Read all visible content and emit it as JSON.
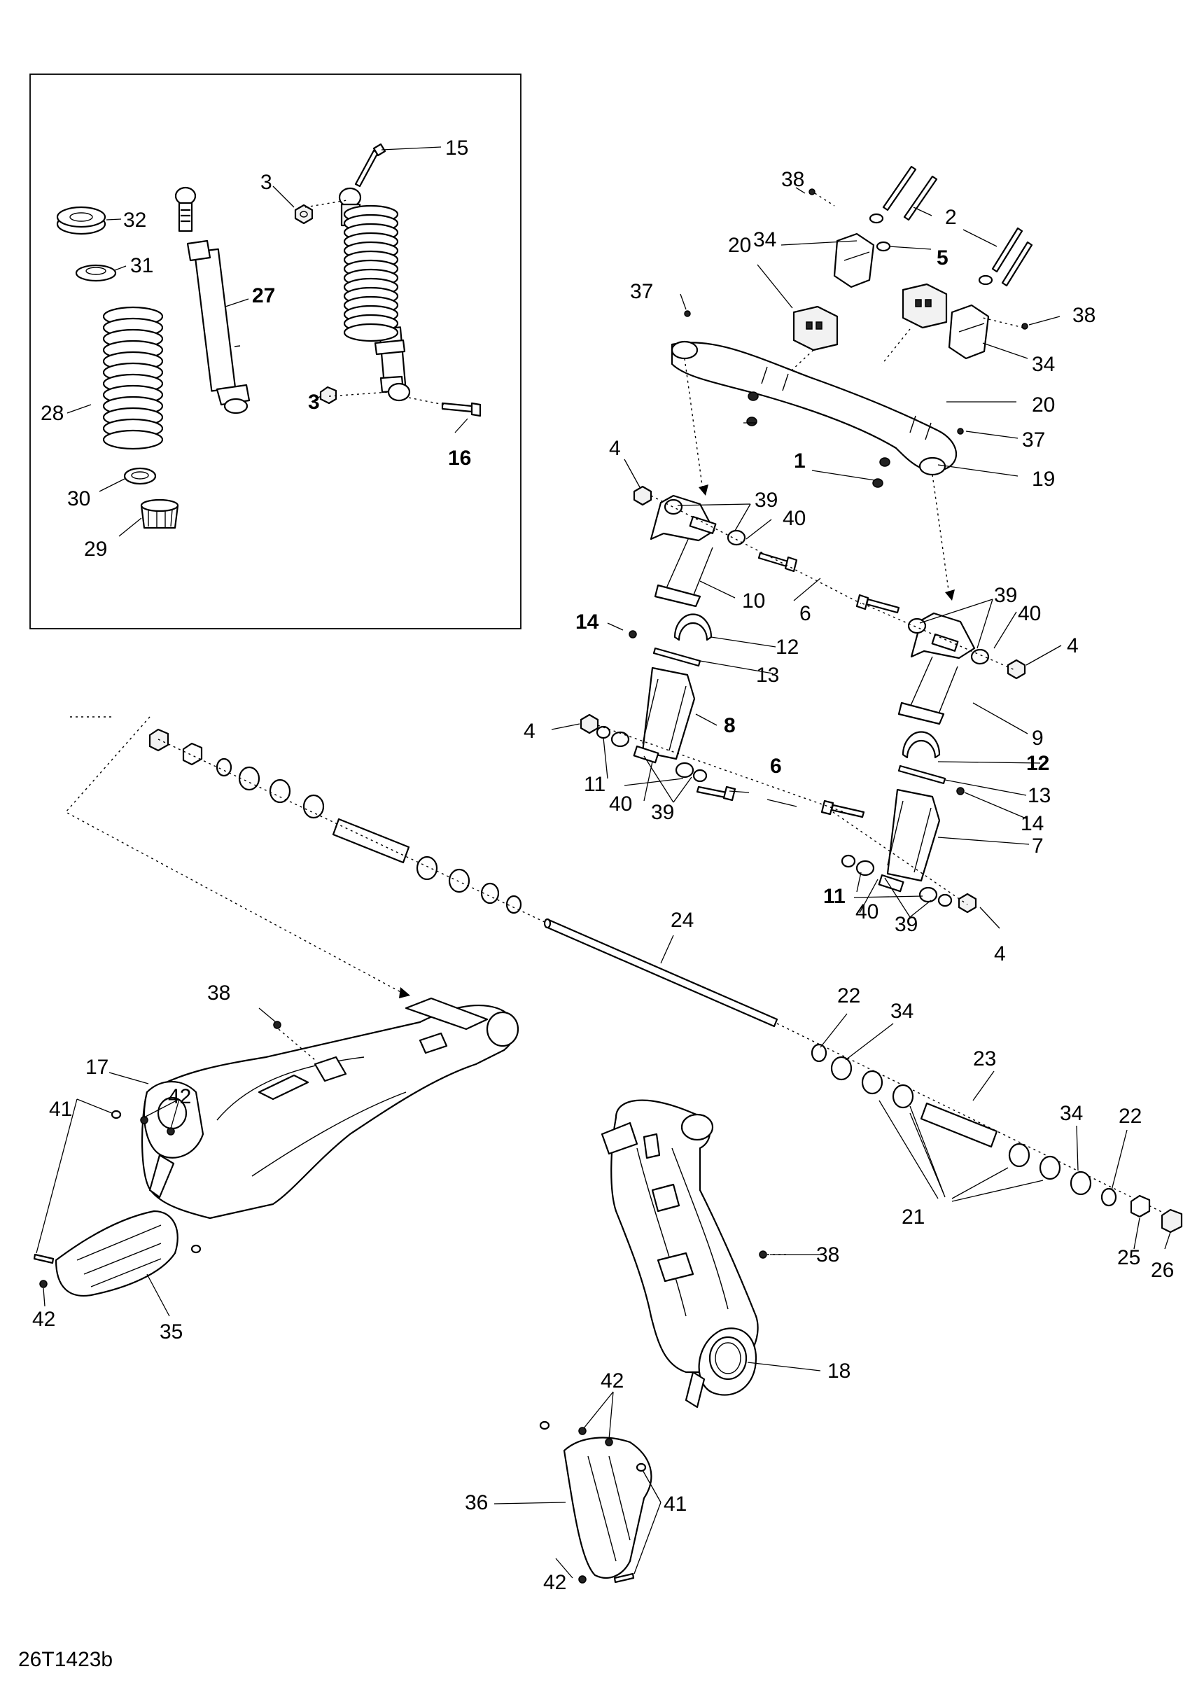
{
  "reference_code": "26T1423b",
  "callouts": [
    {
      "id": "c15",
      "text": "15",
      "bold": false
    },
    {
      "id": "c3a",
      "text": "3",
      "bold": false
    },
    {
      "id": "c32",
      "text": "32",
      "bold": false
    },
    {
      "id": "c31",
      "text": "31",
      "bold": false
    },
    {
      "id": "c27",
      "text": "27",
      "bold": true
    },
    {
      "id": "c28",
      "text": "28",
      "bold": false
    },
    {
      "id": "c3b",
      "text": "3",
      "bold": true
    },
    {
      "id": "c16",
      "text": "16",
      "bold": true
    },
    {
      "id": "c30",
      "text": "30",
      "bold": false
    },
    {
      "id": "c29",
      "text": "29",
      "bold": false
    },
    {
      "id": "c38a",
      "text": "38",
      "bold": false
    },
    {
      "id": "c2",
      "text": "2",
      "bold": false
    },
    {
      "id": "c34a",
      "text": "34",
      "bold": false
    },
    {
      "id": "c5",
      "text": "5",
      "bold": true
    },
    {
      "id": "c20a",
      "text": "20",
      "bold": false
    },
    {
      "id": "c37a",
      "text": "37",
      "bold": false
    },
    {
      "id": "c38b",
      "text": "38",
      "bold": false
    },
    {
      "id": "c34b",
      "text": "34",
      "bold": false
    },
    {
      "id": "c20b",
      "text": "20",
      "bold": false
    },
    {
      "id": "c37b",
      "text": "37",
      "bold": false
    },
    {
      "id": "c1",
      "text": "1",
      "bold": true
    },
    {
      "id": "c19",
      "text": "19",
      "bold": false
    },
    {
      "id": "c4a",
      "text": "4",
      "bold": false
    },
    {
      "id": "c39a",
      "text": "39",
      "bold": false
    },
    {
      "id": "c40a",
      "text": "40",
      "bold": false
    },
    {
      "id": "c10",
      "text": "10",
      "bold": false
    },
    {
      "id": "c6a",
      "text": "6",
      "bold": false
    },
    {
      "id": "c39b",
      "text": "39",
      "bold": false
    },
    {
      "id": "c40b",
      "text": "40",
      "bold": false
    },
    {
      "id": "c4b",
      "text": "4",
      "bold": false
    },
    {
      "id": "c14a",
      "text": "14",
      "bold": true
    },
    {
      "id": "c12a",
      "text": "12",
      "bold": false
    },
    {
      "id": "c13a",
      "text": "13",
      "bold": false
    },
    {
      "id": "c8",
      "text": "8",
      "bold": true
    },
    {
      "id": "c9",
      "text": "9",
      "bold": false
    },
    {
      "id": "c4c",
      "text": "4",
      "bold": false
    },
    {
      "id": "c6b",
      "text": "6",
      "bold": true
    },
    {
      "id": "c11a",
      "text": "11",
      "bold": false
    },
    {
      "id": "c40c",
      "text": "40",
      "bold": false
    },
    {
      "id": "c39c",
      "text": "39",
      "bold": false
    },
    {
      "id": "c12b",
      "text": "12",
      "bold": true
    },
    {
      "id": "c13b",
      "text": "13",
      "bold": false
    },
    {
      "id": "c14b",
      "text": "14",
      "bold": false
    },
    {
      "id": "c7",
      "text": "7",
      "bold": false
    },
    {
      "id": "c11b",
      "text": "11",
      "bold": true
    },
    {
      "id": "c40d",
      "text": "40",
      "bold": false
    },
    {
      "id": "c39d",
      "text": "39",
      "bold": false
    },
    {
      "id": "c4d",
      "text": "4",
      "bold": false
    },
    {
      "id": "c24",
      "text": "24",
      "bold": false
    },
    {
      "id": "c22a",
      "text": "22",
      "bold": false
    },
    {
      "id": "c34c",
      "text": "34",
      "bold": false
    },
    {
      "id": "c23",
      "text": "23",
      "bold": false
    },
    {
      "id": "c34d",
      "text": "34",
      "bold": false
    },
    {
      "id": "c22b",
      "text": "22",
      "bold": false
    },
    {
      "id": "c21",
      "text": "21",
      "bold": false
    },
    {
      "id": "c25",
      "text": "25",
      "bold": false
    },
    {
      "id": "c26",
      "text": "26",
      "bold": false
    },
    {
      "id": "c38c",
      "text": "38",
      "bold": false
    },
    {
      "id": "c17",
      "text": "17",
      "bold": false
    },
    {
      "id": "c41a",
      "text": "41",
      "bold": false
    },
    {
      "id": "c42a",
      "text": "42",
      "bold": false
    },
    {
      "id": "c42b",
      "text": "42",
      "bold": false
    },
    {
      "id": "c35",
      "text": "35",
      "bold": false
    },
    {
      "id": "c38d",
      "text": "38",
      "bold": false
    },
    {
      "id": "c18",
      "text": "18",
      "bold": false
    },
    {
      "id": "c42c",
      "text": "42",
      "bold": false
    },
    {
      "id": "c36",
      "text": "36",
      "bold": false
    },
    {
      "id": "c41b",
      "text": "41",
      "bold": false
    },
    {
      "id": "c42d",
      "text": "42",
      "bold": false
    }
  ]
}
